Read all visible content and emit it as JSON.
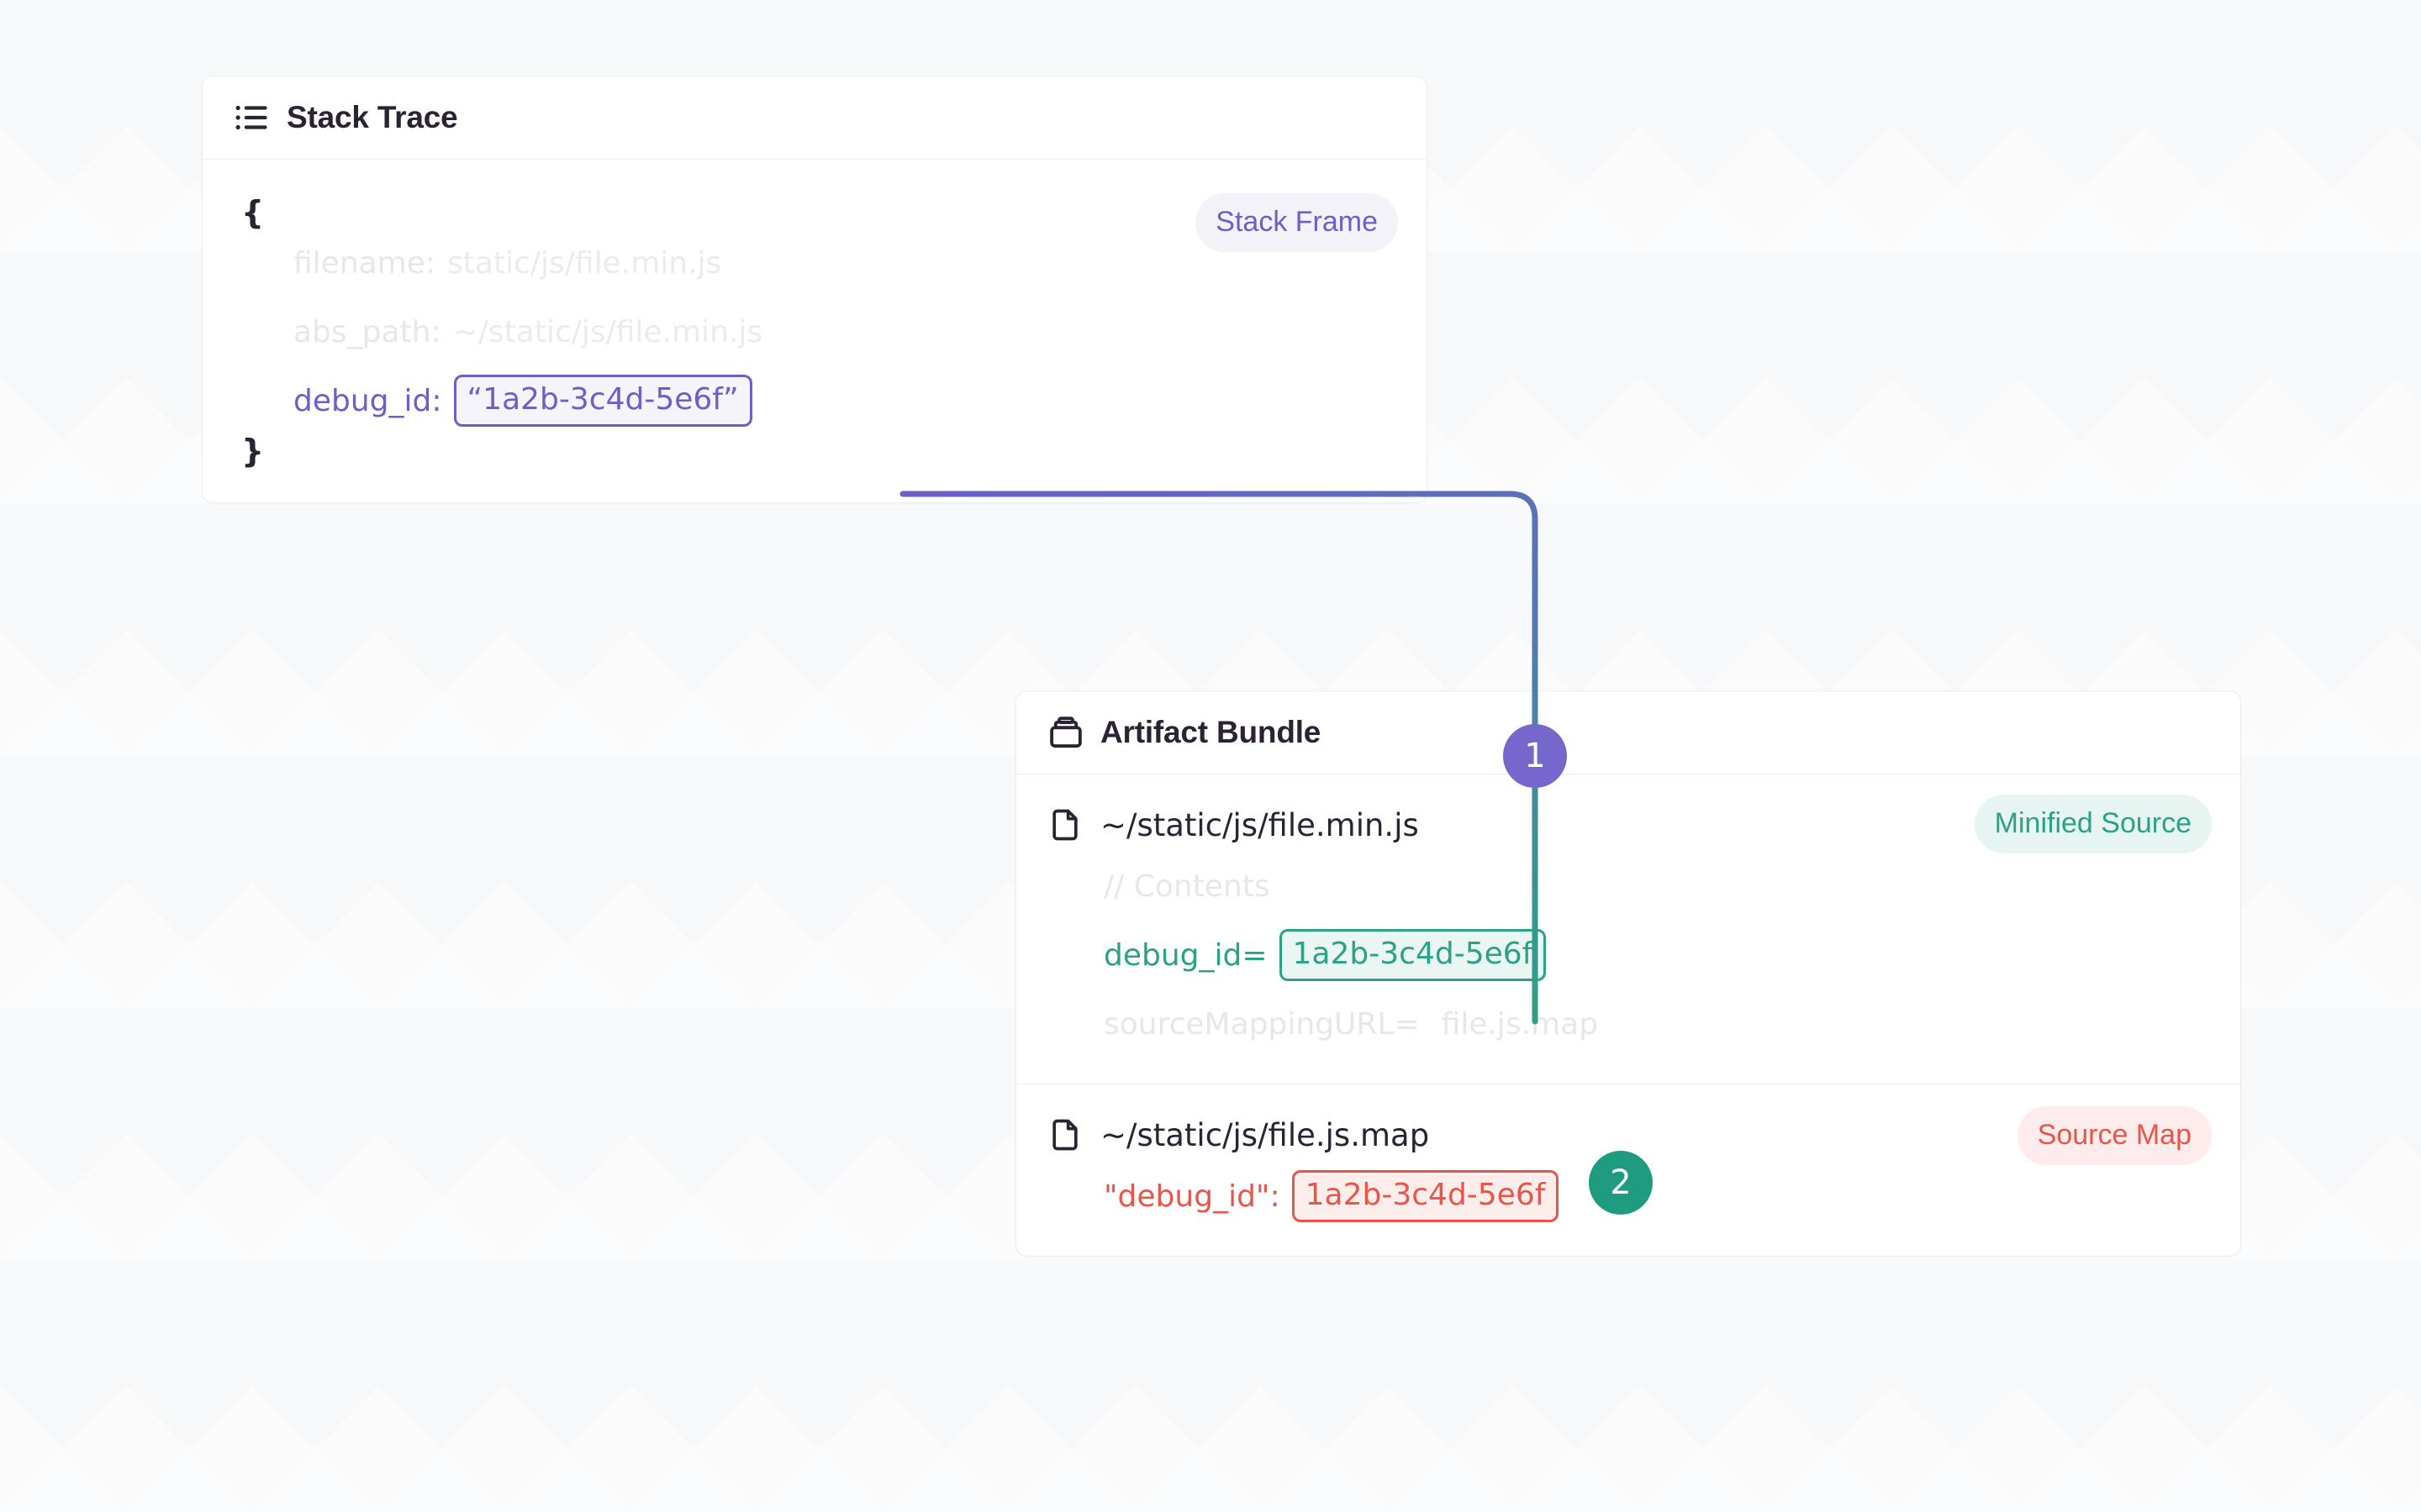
{
  "canvas": {
    "background": "#F7F8FA",
    "watermark": "zigzag-triangle-pattern"
  },
  "colors": {
    "text_primary": "#2B2233",
    "text_faint": "#E6E7EC",
    "purple": "#6C5FC7",
    "purple_badge": "#7667CD",
    "teal": "#2BA185",
    "teal_badge": "#1F9C80",
    "red": "#E8564B",
    "card_border": "#EBECF0",
    "card_bg": "#FFFFFF"
  },
  "stack_trace": {
    "title": "Stack Trace",
    "icon": "list-icon",
    "badge": {
      "label": "Stack Frame",
      "color": "#6C5FC7",
      "background": "#F2F2F8"
    },
    "open_brace": "{",
    "close_brace": "}",
    "fields": [
      {
        "key": "filename:",
        "value": "static/js/file.min.js",
        "style": "faint"
      },
      {
        "key": "abs_path:",
        "value": "~/static/js/file.min.js",
        "style": "faint"
      },
      {
        "key": "debug_id:",
        "value": "“1a2b-3c4d-5e6f”",
        "style": "highlight-purple"
      }
    ]
  },
  "artifact_bundle": {
    "title": "Artifact Bundle",
    "icon": "package-icon",
    "entries": [
      {
        "file_icon": "file-icon",
        "file_name": "~/static/js/file.min.js",
        "badge": {
          "label": "Minified Source",
          "color": "#2BA185",
          "background": "#E6F5F1"
        },
        "lines": [
          {
            "text": "// Contents",
            "style": "faint"
          },
          {
            "key": "debug_id=",
            "value": "1a2b-3c4d-5e6f",
            "style": "highlight-teal"
          },
          {
            "key": "sourceMappingURL=",
            "value": "file.js.map",
            "style": "faint"
          }
        ]
      },
      {
        "file_icon": "file-icon",
        "file_name": "~/static/js/file.js.map",
        "badge": {
          "label": "Source Map",
          "color": "#E8564B",
          "background": "#FDECEB"
        },
        "lines": [
          {
            "key": "\"debug_id\":",
            "value": "1a2b-3c4d-5e6f",
            "style": "highlight-red"
          }
        ]
      }
    ]
  },
  "steps": [
    {
      "number": "1",
      "color": "#7667CD",
      "describes": "stack-frame-debug-id-matches-minified-source-debug-id"
    },
    {
      "number": "2",
      "color": "#1F9C80",
      "describes": "minified-source-debug-id-matches-source-map-debug-id"
    }
  ],
  "connectors": [
    {
      "name": "stack-trace-to-minified-source",
      "from_color": "#6C5FC7",
      "to_color": "#2BA185"
    },
    {
      "name": "minified-source-to-source-map",
      "from_color": "#6E6E78",
      "to_color": "#E8564B"
    }
  ]
}
